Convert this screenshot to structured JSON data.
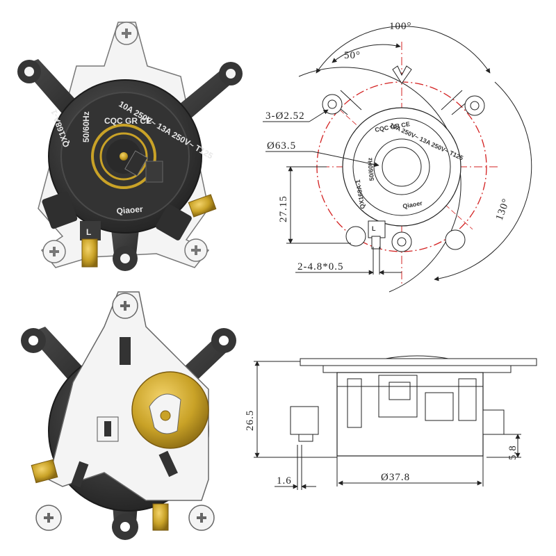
{
  "product": {
    "model_text": "QX168A-1",
    "rating_text": "10A 250V~ 13A 250V~ T125",
    "cert_text": "CQC GR CE",
    "freq_text": "50/60Hz",
    "brand_text": "Qiaoer",
    "terminal_label": "L"
  },
  "top_drawing": {
    "angle_total": "100°",
    "angle_half": "50°",
    "angle_side": "130°",
    "holes": "3-Ø2.52",
    "pitch_circle": "Ø63.5",
    "offset": "27.15",
    "terminal": "2-4.8*0.5"
  },
  "side_drawing": {
    "height": "26.5",
    "base_dia": "Ø37.8",
    "terminal_height": "5.8",
    "terminal_width": "1.6"
  },
  "colors": {
    "body_dark": "#3b3b3b",
    "brass": "#c9a227",
    "dimension_red": "#d32020",
    "line": "#1f1f1f"
  }
}
